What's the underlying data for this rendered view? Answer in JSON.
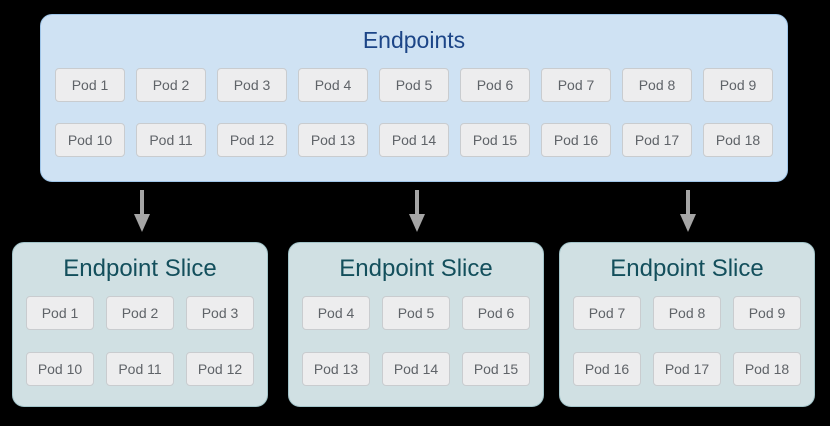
{
  "canvas": {
    "background": "#000000"
  },
  "endpoints": {
    "title": "Endpoints",
    "pods": [
      "Pod 1",
      "Pod 2",
      "Pod 3",
      "Pod 4",
      "Pod 5",
      "Pod 6",
      "Pod 7",
      "Pod 8",
      "Pod 9",
      "Pod 10",
      "Pod 11",
      "Pod 12",
      "Pod 13",
      "Pod 14",
      "Pod 15",
      "Pod 16",
      "Pod 17",
      "Pod 18"
    ]
  },
  "arrows": [
    {
      "icon": "down-arrow-icon"
    },
    {
      "icon": "down-arrow-icon"
    },
    {
      "icon": "down-arrow-icon"
    }
  ],
  "slices": [
    {
      "title": "Endpoint Slice",
      "pods": [
        "Pod 1",
        "Pod 2",
        "Pod 3",
        "Pod 10",
        "Pod 11",
        "Pod 12"
      ]
    },
    {
      "title": "Endpoint Slice",
      "pods": [
        "Pod 4",
        "Pod 5",
        "Pod 6",
        "Pod 13",
        "Pod 14",
        "Pod 15"
      ]
    },
    {
      "title": "Endpoint Slice",
      "pods": [
        "Pod 7",
        "Pod 8",
        "Pod 9",
        "Pod 16",
        "Pod 17",
        "Pod 18"
      ]
    }
  ],
  "colors": {
    "endpoints_fill": "#cfe2f3",
    "endpoints_border": "#9fc5e8",
    "endpoints_title": "#1c4587",
    "slice_fill": "#d0e0e3",
    "slice_border": "#a2c4c9",
    "slice_title": "#134f5c",
    "pod_fill": "#ededee",
    "pod_border": "#c9cccf",
    "pod_text": "#5f6368",
    "arrow": "#a5a5a5"
  }
}
